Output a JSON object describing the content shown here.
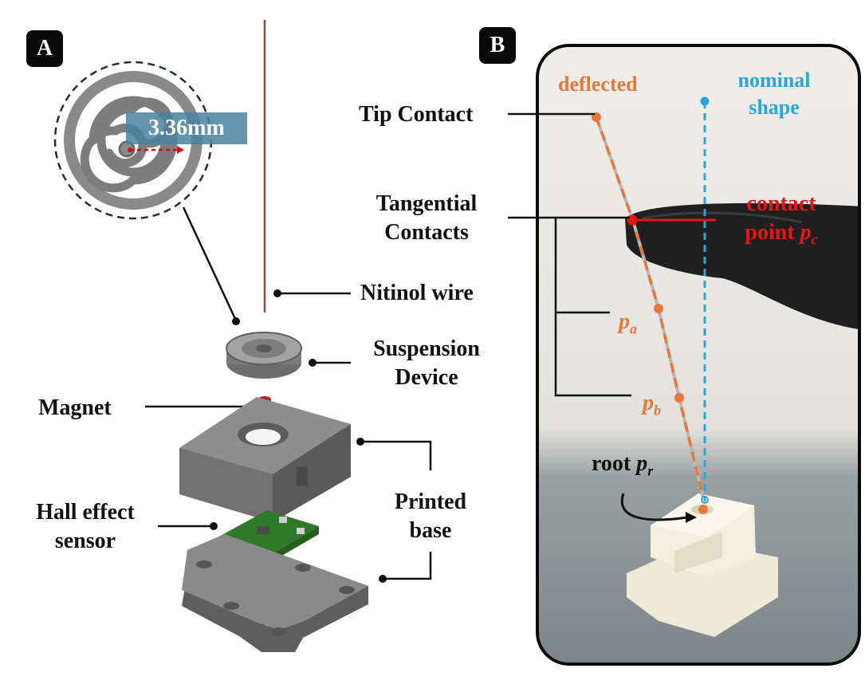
{
  "panel_a": {
    "badge": "A",
    "measurement": "3.36mm",
    "labels": {
      "nitinol": "Nitinol wire",
      "suspension_1": "Suspension",
      "suspension_2": "Device",
      "magnet": "Magnet",
      "printed_1": "Printed",
      "printed_2": "base",
      "hall_1": "Hall effect",
      "hall_2": "sensor"
    }
  },
  "panel_b": {
    "badge": "B",
    "tip_contact": "Tip Contact",
    "tangential_1": "Tangential",
    "tangential_2": "Contacts",
    "deflected": "deflected",
    "nominal_1": "nominal",
    "nominal_2": "shape",
    "contact_1": "contact",
    "contact_2": "point",
    "contact_sym": "p",
    "contact_sub": "c",
    "pa_sym": "p",
    "pa_sub": "a",
    "pb_sym": "p",
    "pb_sub": "b",
    "root_word": "root",
    "root_sym": "p",
    "root_sub": "r"
  },
  "colors": {
    "deflected": "#e8783a",
    "nominal": "#2aa7d8",
    "contact": "#e81414",
    "wire": "#8b4a3c"
  }
}
